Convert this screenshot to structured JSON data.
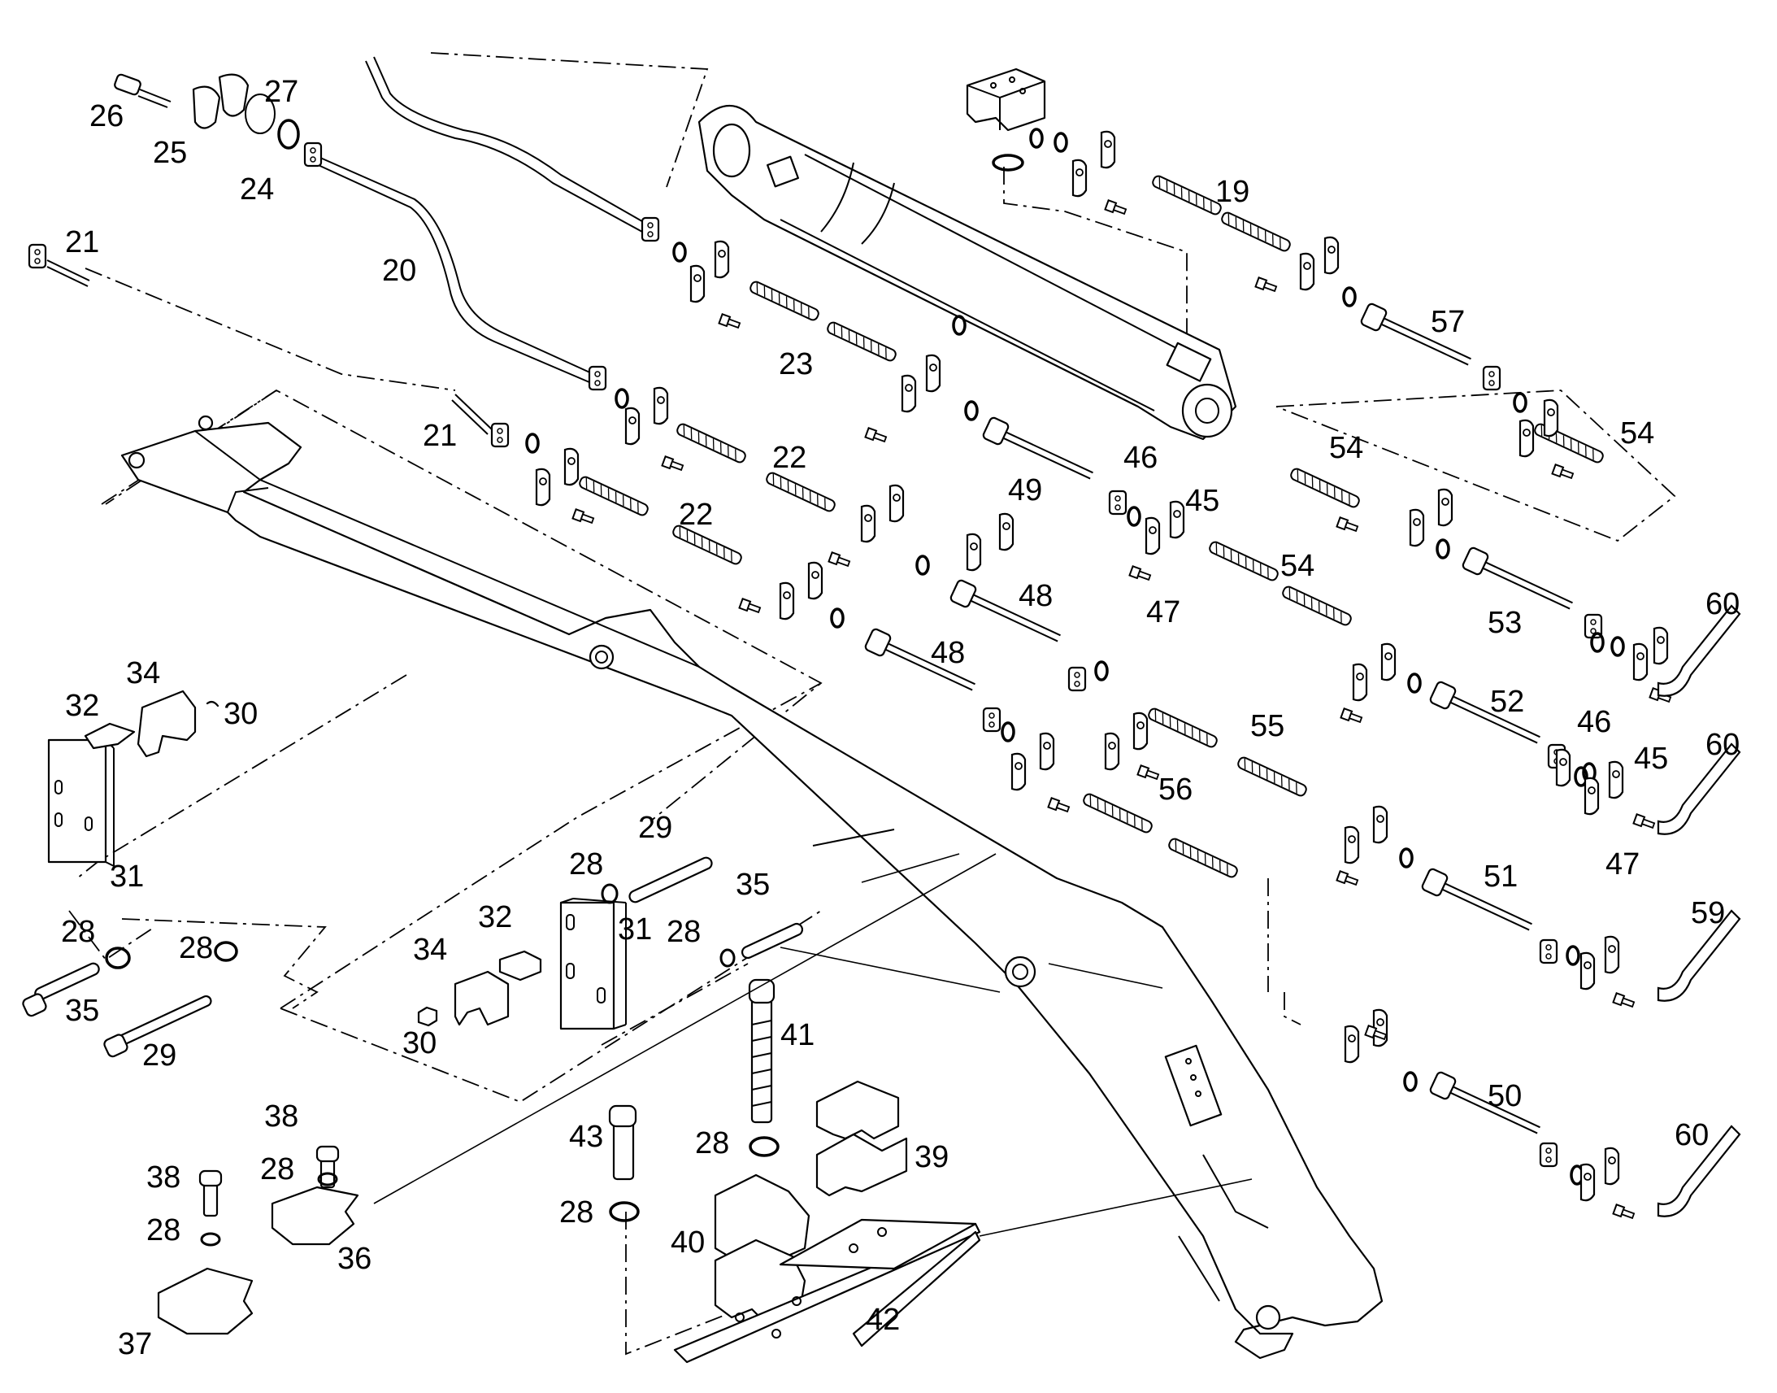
{
  "diagram": {
    "callouts": [
      {
        "id": "c19",
        "text": "19"
      },
      {
        "id": "c20",
        "text": "20"
      },
      {
        "id": "c21a",
        "text": "21"
      },
      {
        "id": "c21b",
        "text": "21"
      },
      {
        "id": "c22a",
        "text": "22"
      },
      {
        "id": "c22b",
        "text": "22"
      },
      {
        "id": "c23",
        "text": "23"
      },
      {
        "id": "c24",
        "text": "24"
      },
      {
        "id": "c25",
        "text": "25"
      },
      {
        "id": "c26",
        "text": "26"
      },
      {
        "id": "c27",
        "text": "27"
      },
      {
        "id": "c28a",
        "text": "28"
      },
      {
        "id": "c28b",
        "text": "28"
      },
      {
        "id": "c28c",
        "text": "28"
      },
      {
        "id": "c28d",
        "text": "28"
      },
      {
        "id": "c28e",
        "text": "28"
      },
      {
        "id": "c28f",
        "text": "28"
      },
      {
        "id": "c28g",
        "text": "28"
      },
      {
        "id": "c28h",
        "text": "28"
      },
      {
        "id": "c29a",
        "text": "29"
      },
      {
        "id": "c29b",
        "text": "29"
      },
      {
        "id": "c30a",
        "text": "30"
      },
      {
        "id": "c30b",
        "text": "30"
      },
      {
        "id": "c31a",
        "text": "31"
      },
      {
        "id": "c31b",
        "text": "31"
      },
      {
        "id": "c32a",
        "text": "32"
      },
      {
        "id": "c32b",
        "text": "32"
      },
      {
        "id": "c34a",
        "text": "34"
      },
      {
        "id": "c34b",
        "text": "34"
      },
      {
        "id": "c35a",
        "text": "35"
      },
      {
        "id": "c35b",
        "text": "35"
      },
      {
        "id": "c36",
        "text": "36"
      },
      {
        "id": "c37",
        "text": "37"
      },
      {
        "id": "c38a",
        "text": "38"
      },
      {
        "id": "c38b",
        "text": "38"
      },
      {
        "id": "c39",
        "text": "39"
      },
      {
        "id": "c40",
        "text": "40"
      },
      {
        "id": "c41",
        "text": "41"
      },
      {
        "id": "c42",
        "text": "42"
      },
      {
        "id": "c43",
        "text": "43"
      },
      {
        "id": "c45a",
        "text": "45"
      },
      {
        "id": "c45b",
        "text": "45"
      },
      {
        "id": "c46a",
        "text": "46"
      },
      {
        "id": "c46b",
        "text": "46"
      },
      {
        "id": "c47a",
        "text": "47"
      },
      {
        "id": "c47b",
        "text": "47"
      },
      {
        "id": "c48a",
        "text": "48"
      },
      {
        "id": "c48b",
        "text": "48"
      },
      {
        "id": "c49",
        "text": "49"
      },
      {
        "id": "c50",
        "text": "50"
      },
      {
        "id": "c51",
        "text": "51"
      },
      {
        "id": "c52",
        "text": "52"
      },
      {
        "id": "c53",
        "text": "53"
      },
      {
        "id": "c54a",
        "text": "54"
      },
      {
        "id": "c54b",
        "text": "54"
      },
      {
        "id": "c54c",
        "text": "54"
      },
      {
        "id": "c55",
        "text": "55"
      },
      {
        "id": "c56",
        "text": "56"
      },
      {
        "id": "c57",
        "text": "57"
      },
      {
        "id": "c59",
        "text": "59"
      },
      {
        "id": "c60a",
        "text": "60"
      },
      {
        "id": "c60b",
        "text": "60"
      },
      {
        "id": "c60c",
        "text": "60"
      }
    ]
  }
}
